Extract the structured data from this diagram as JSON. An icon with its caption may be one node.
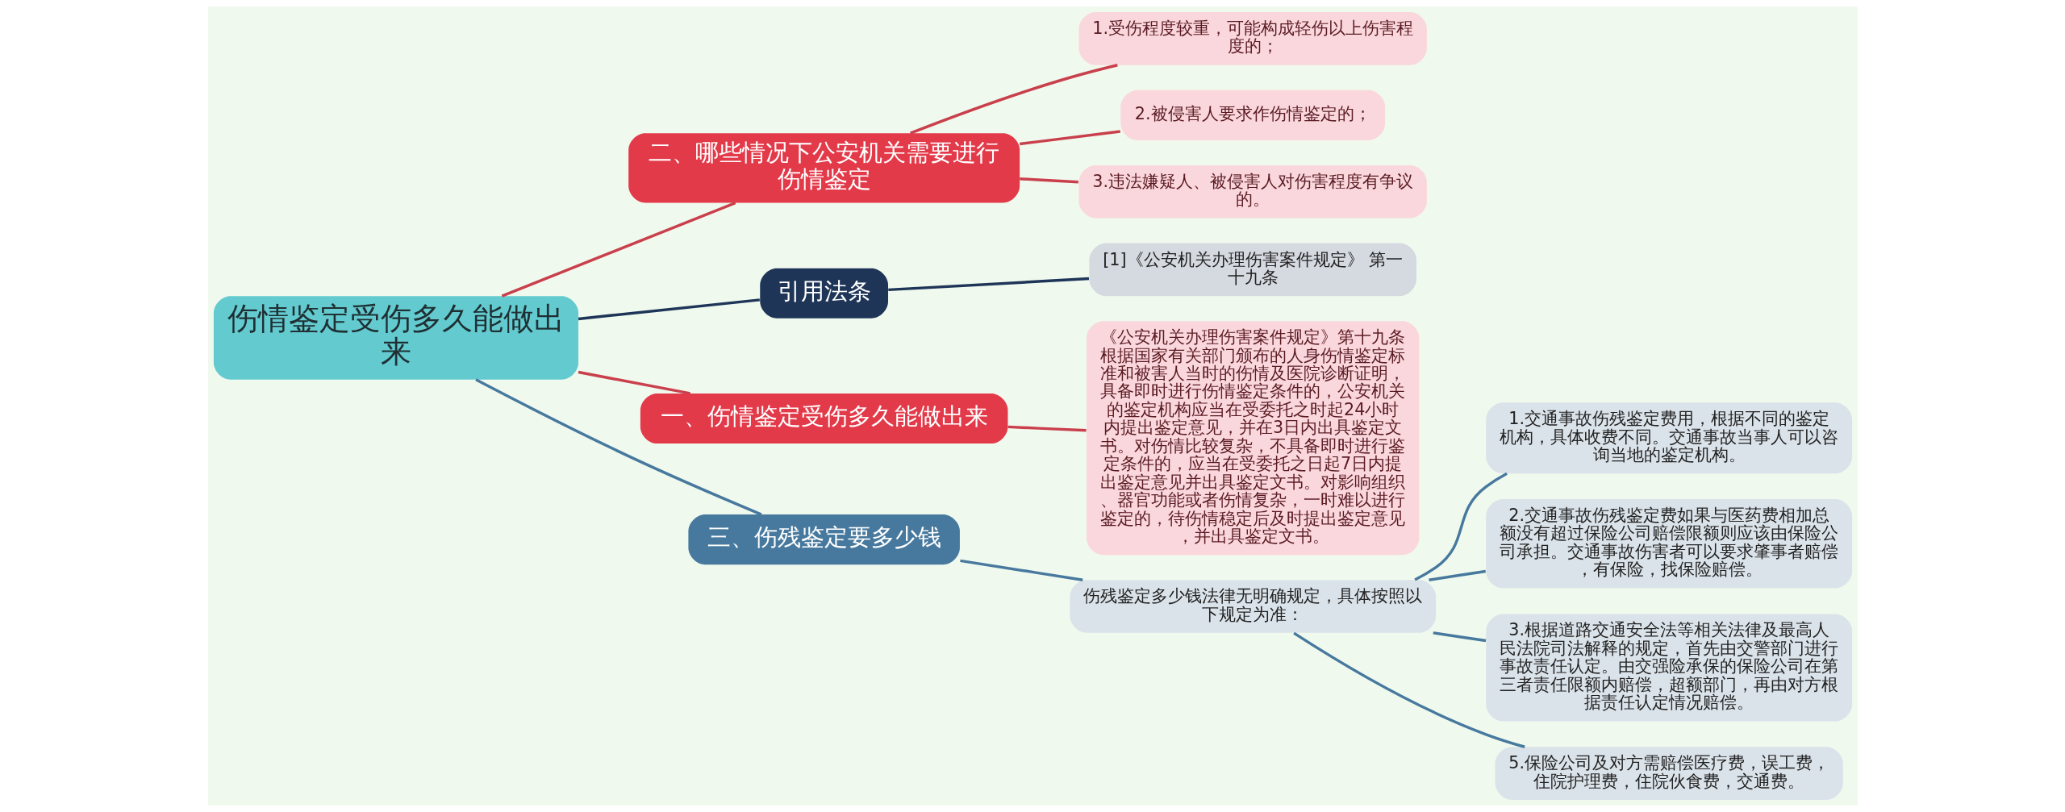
{
  "diagram": {
    "nodes": [
      {
        "text": [
          "伤情鉴定受伤多久能做出来"
        ]
      },
      {
        "text": [
          "二、哪些情况下公安机关需要进行伤情鉴定"
        ]
      },
      {
        "text": [
          "1.受伤程度较重，可能构成轻伤以上伤害程度的；"
        ]
      },
      {
        "text": [
          "2.被侵害人要求作伤情鉴定的；"
        ]
      },
      {
        "text": [
          "3.违法嫌疑人、被侵害人对伤害程度有争议的。"
        ]
      },
      {
        "text": [
          "引用法条"
        ]
      },
      {
        "text": [
          "[1]《公安机关办理伤害案件规定》 第一十九条"
        ]
      },
      {
        "text": [
          "一、伤情鉴定受伤多久能做出来"
        ]
      },
      {
        "text": [
          "《公安机关办理伤害案件规定》第十九条根据国家有关部门颁布的人身伤情鉴定标准和被害人当时的伤情及医院诊断证明，具备即时进行伤情鉴定条件的，公安机关的鉴定机构应当在受委托之时起24小时内提出鉴定意见，并在3日内出具鉴定文书。对伤情比较复杂，不具备即时进行鉴定条件的，应当在受委托之日起7日内提出鉴定意见并出具鉴定文书。对影响组织、器官功能或者伤情复杂，一时难以进行鉴定的，待伤情稳定后及时提出鉴定意见，并出具鉴定文书。"
        ]
      },
      {
        "text": [
          "三、伤残鉴定要多少钱"
        ]
      },
      {
        "text": [
          "伤残鉴定多少钱法律无明确规定，具体按照以下规定为准："
        ]
      },
      {
        "text": [
          "1.交通事故伤残鉴定费用，根据不同的鉴定机构，具体收费不同。交通事故当事人可以咨询当地的鉴定机构。"
        ]
      },
      {
        "text": [
          "2.交通事故伤残鉴定费如果与医药费相加总额没有超过保险公司赔偿限额则应该由保险公司承担。交通事故伤害者可以要求肇事者赔偿，有保险，找保险赔偿。"
        ]
      },
      {
        "text": [
          "3.根据道路交通安全法等相关法律及最高人民法院司法解释的规定，首先由交警部门进行事故责任认定。由交强险承保的保险公司在第三者责任限额内赔偿，超额部门，再由对方根据责任认定情况赔偿。"
        ]
      },
      {
        "text": [
          "5.保险公司及对方需赔偿医疗费，误工费，住院护理费，住院伙食费，交通费。"
        ]
      }
    ],
    "edges": [
      {
        "from": 0,
        "to": 1,
        "arrow": "none",
        "color": "#c9404c"
      },
      {
        "from": 1,
        "to": 2,
        "arrow": "none",
        "color": "#c9404c"
      },
      {
        "from": 1,
        "to": 3,
        "arrow": "none",
        "color": "#c9404c"
      },
      {
        "from": 1,
        "to": 4,
        "arrow": "none",
        "color": "#c9404c"
      },
      {
        "from": 0,
        "to": 5,
        "arrow": "none",
        "color": "#1e3558"
      },
      {
        "from": 5,
        "to": 6,
        "arrow": "none",
        "color": "#1e3558"
      },
      {
        "from": 0,
        "to": 7,
        "arrow": "none",
        "color": "#c9404c"
      },
      {
        "from": 7,
        "to": 8,
        "arrow": "none",
        "color": "#c9404c"
      },
      {
        "from": 0,
        "to": 9,
        "arrow": "none",
        "color": "#47799e"
      },
      {
        "from": 9,
        "to": 10,
        "arrow": "none",
        "color": "#47799e"
      },
      {
        "from": 10,
        "to": 11,
        "arrow": "none",
        "color": "#47799e"
      },
      {
        "from": 10,
        "to": 12,
        "arrow": "none",
        "color": "#47799e"
      },
      {
        "from": 10,
        "to": 13,
        "arrow": "none",
        "color": "#47799e"
      },
      {
        "from": 10,
        "to": 14,
        "arrow": "none",
        "color": "#47799e"
      }
    ]
  }
}
